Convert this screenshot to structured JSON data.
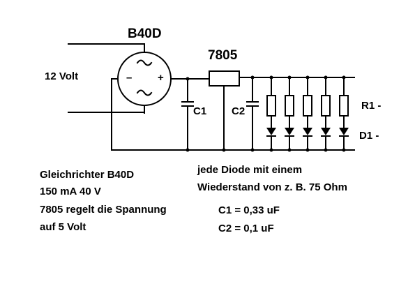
{
  "rectifier": {
    "label": "B40D",
    "minus": "–",
    "plus": "+",
    "ac_symbol": "~"
  },
  "input": {
    "label": "12 Volt"
  },
  "regulator": {
    "label": "7805"
  },
  "capacitors": {
    "c1_label": "C1",
    "c2_label": "C2"
  },
  "led_strip": {
    "resistor_label": "R1 -",
    "diode_label": "D1 -",
    "count": 5
  },
  "notes": {
    "left": [
      "Gleichrichter B40D",
      "150 mA 40 V",
      "7805 regelt die Spannung",
      "auf 5 Volt"
    ],
    "right": [
      "jede Diode mit einem",
      "Wiederstand von z. B. 75 Ohm"
    ],
    "values": [
      "C1 = 0,33 uF",
      "C2 = 0,1 uF"
    ]
  }
}
